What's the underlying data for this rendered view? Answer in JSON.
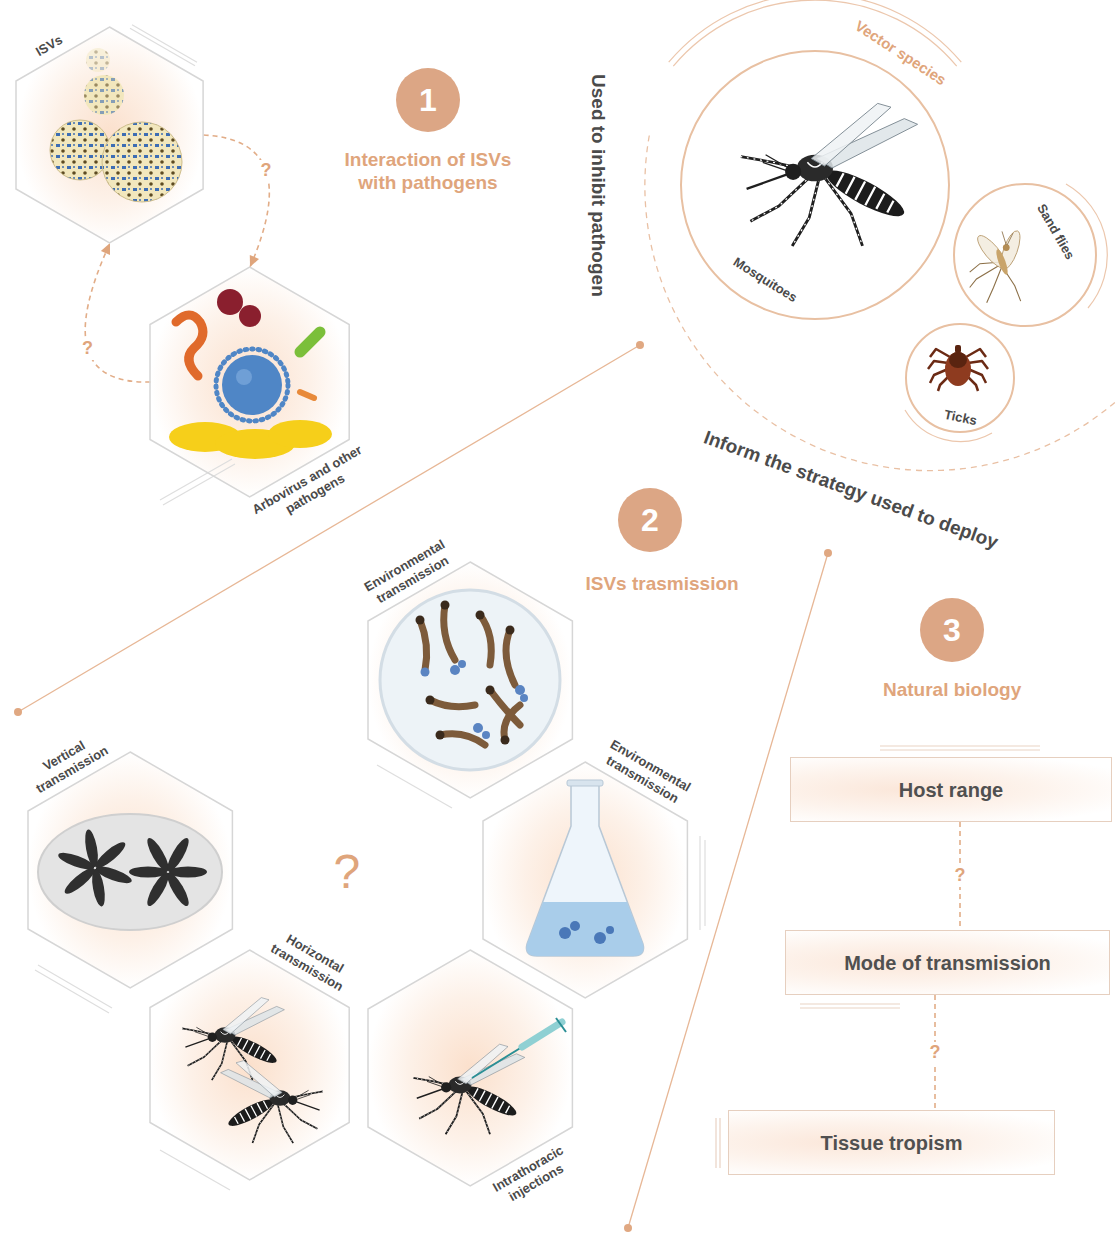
{
  "diagram": {
    "nodes": [
      {
        "text": [
          "1"
        ]
      },
      {
        "text": [
          "ISVs"
        ]
      },
      {
        "text": [
          "Arbovirus and other pathogens"
        ]
      },
      {
        "text": [
          "Mosquitoes"
        ]
      },
      {
        "text": [
          "Sand flies"
        ]
      },
      {
        "text": [
          "Ticks"
        ]
      },
      {
        "text": [
          "2"
        ]
      },
      {
        "text": [
          "Environmental transmission"
        ]
      },
      {
        "text": [
          "Vertical transmission"
        ]
      },
      {
        "text": [
          "Environmental transmission"
        ]
      },
      {
        "text": [
          "Horizontal transmission"
        ]
      },
      {
        "text": [
          "Intrathoracic injections"
        ]
      },
      {
        "text": [
          "3"
        ]
      },
      {
        "text": [
          "Host range"
        ]
      },
      {
        "text": [
          "Mode of transmission"
        ]
      },
      {
        "text": [
          "Tissue tropism"
        ]
      }
    ],
    "edges": [
      {
        "from": 1,
        "to": 2,
        "arrow": "to",
        "label": "?"
      },
      {
        "from": 2,
        "to": 1,
        "arrow": "to",
        "label": "?"
      },
      {
        "from": 13,
        "to": 14,
        "arrow": "none",
        "label": "?"
      },
      {
        "from": 14,
        "to": 15,
        "arrow": "none",
        "label": "?"
      }
    ],
    "labels": [
      "Used to inhibit pathogen",
      "Vector species",
      "Interaction of ISVs with pathogens",
      "Inform the strategy used to deploy",
      "ISVs trasmission",
      "?",
      "Natural biology"
    ]
  }
}
